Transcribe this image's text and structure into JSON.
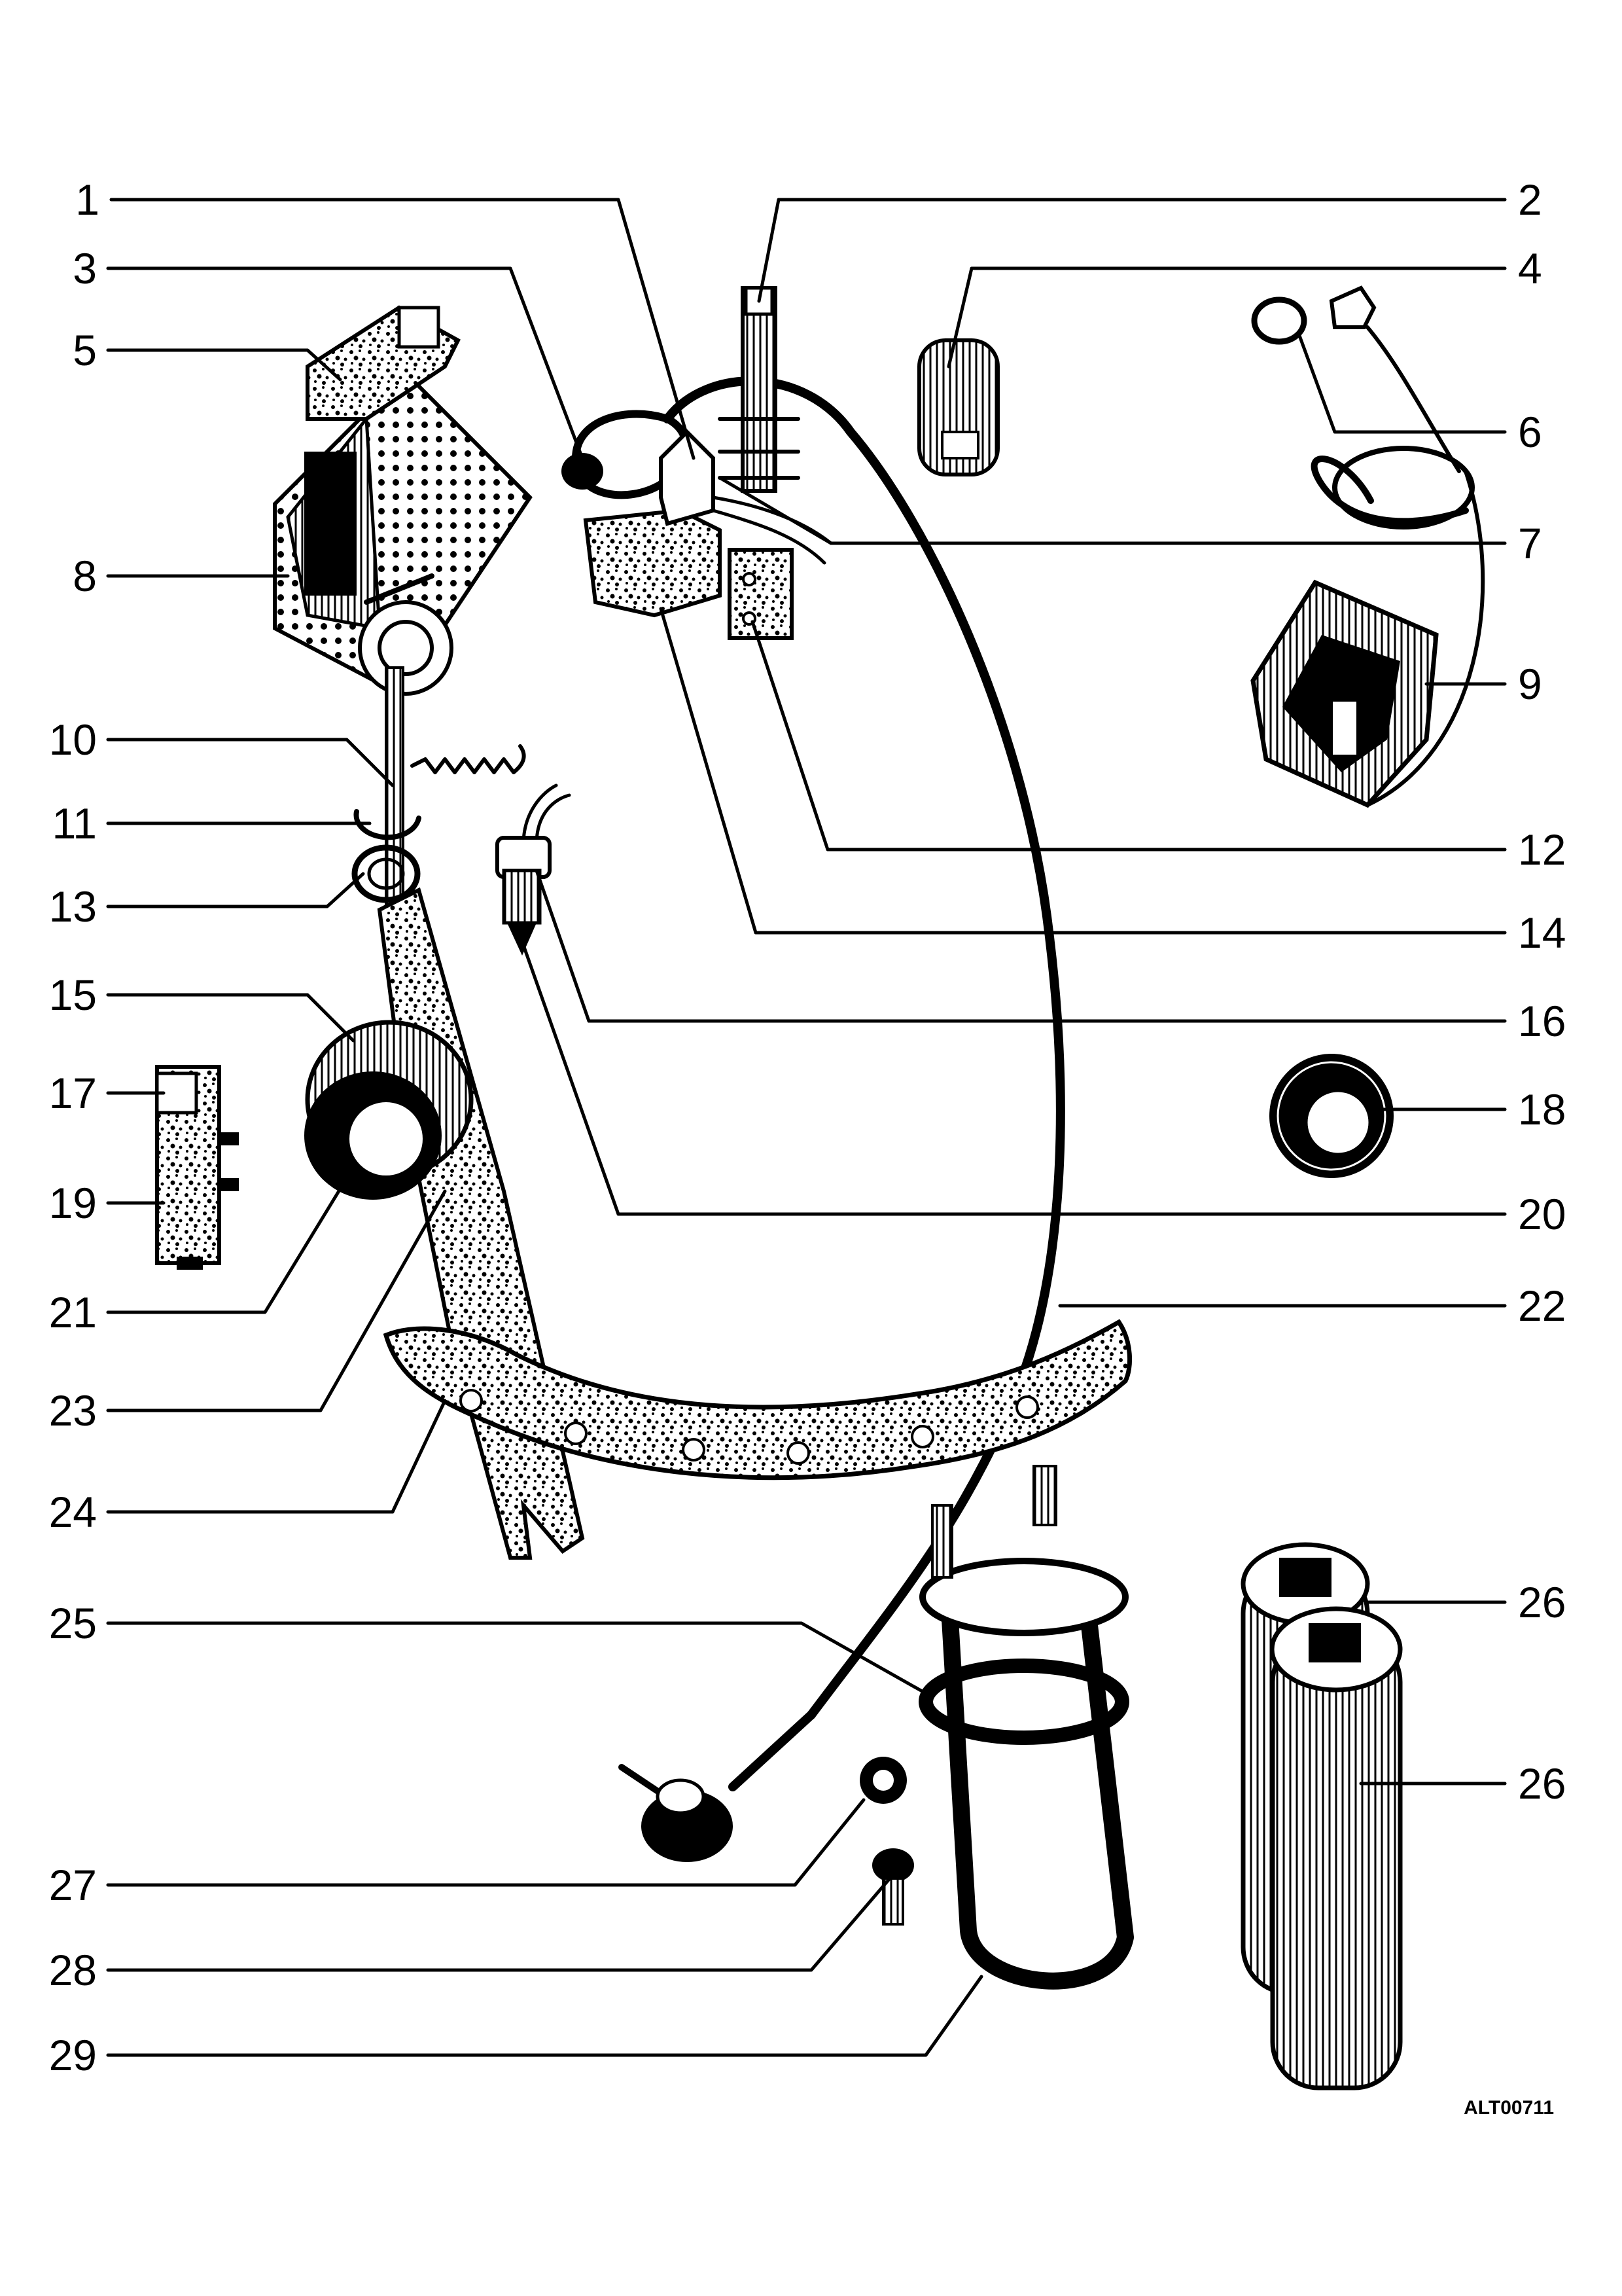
{
  "figure": {
    "reference_code": "ALT00711",
    "ink_color": "#000000",
    "paper_color": "#ffffff"
  },
  "callouts": [
    {
      "number": "1"
    },
    {
      "number": "2"
    },
    {
      "number": "3"
    },
    {
      "number": "4"
    },
    {
      "number": "5"
    },
    {
      "number": "6"
    },
    {
      "number": "7"
    },
    {
      "number": "8"
    },
    {
      "number": "9"
    },
    {
      "number": "10"
    },
    {
      "number": "11"
    },
    {
      "number": "12"
    },
    {
      "number": "13"
    },
    {
      "number": "14"
    },
    {
      "number": "15"
    },
    {
      "number": "16"
    },
    {
      "number": "17"
    },
    {
      "number": "18"
    },
    {
      "number": "19"
    },
    {
      "number": "20"
    },
    {
      "number": "21"
    },
    {
      "number": "22"
    },
    {
      "number": "23"
    },
    {
      "number": "24"
    },
    {
      "number": "25"
    },
    {
      "number": "26"
    },
    {
      "number": "26"
    },
    {
      "number": "27"
    },
    {
      "number": "28"
    },
    {
      "number": "29"
    }
  ]
}
